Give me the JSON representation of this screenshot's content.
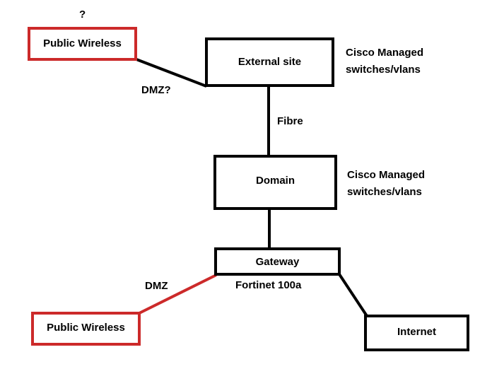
{
  "colors": {
    "line": "#000000",
    "highlight": "#cc2a2a",
    "background": "#ffffff"
  },
  "diagram": {
    "question_mark": "?",
    "top_wireless": {
      "label": "Public Wireless"
    },
    "external_site": {
      "label": "External site"
    },
    "external_note": {
      "line1": "Cisco Managed",
      "line2": "switches/vlans"
    },
    "dmz_top_label": "DMZ?",
    "fibre_label": "Fibre",
    "domain": {
      "label": "Domain"
    },
    "domain_note": {
      "line1": "Cisco Managed",
      "line2": "switches/vlans"
    },
    "gateway": {
      "label": "Gateway",
      "model": "Fortinet 100a"
    },
    "dmz_bottom_label": "DMZ",
    "bottom_wireless": {
      "label": "Public Wireless"
    },
    "internet": {
      "label": "Internet"
    }
  }
}
